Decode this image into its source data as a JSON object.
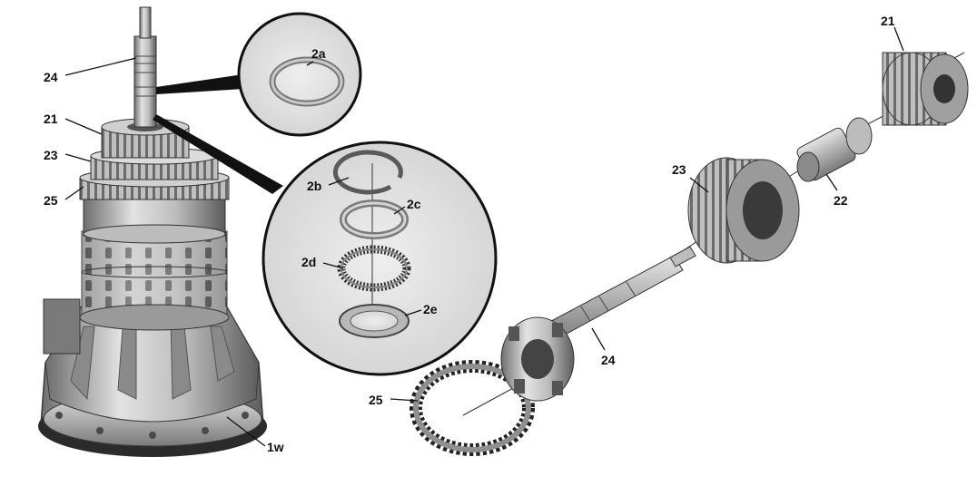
{
  "labels": {
    "l24a": "24",
    "l21a": "21",
    "l23a": "23",
    "l25a": "25",
    "l1w": "1w",
    "l2a": "2a",
    "l2b": "2b",
    "l2c": "2c",
    "l2d": "2d",
    "l2e": "2e",
    "l21b": "21",
    "l23b": "23",
    "l22": "22",
    "l24b": "24",
    "l25b": "25"
  },
  "colors": {
    "line": "#111111",
    "callout_fill": "#e6e6e6",
    "metal_light": "#d9d9d9",
    "metal_mid": "#a9a9a9",
    "metal_dark": "#5a5a5a"
  }
}
